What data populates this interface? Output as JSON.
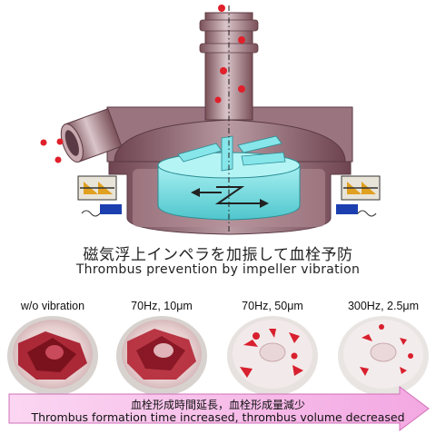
{
  "caption": {
    "japanese": "磁気浮上インペラを加振して血栓予防",
    "english": "Thrombus prevention by impeller vibration"
  },
  "samples": [
    {
      "label": "w/o vibration"
    },
    {
      "label": "70Hz, 10μm"
    },
    {
      "label": "70Hz, 50μm"
    },
    {
      "label": "300Hz, 2.5μm"
    }
  ],
  "result_arrow": {
    "japanese": "血栓形成時間延長，血栓形成量減少",
    "english": "Thrombus formation time increased, thrombus volume decreased"
  },
  "colors": {
    "housing": "#8a5a66",
    "impeller": "#7fe0e4",
    "blood": "#e0202a",
    "arrow_fill": "#f6b6e8",
    "arrow_stroke": "#d070b8"
  }
}
